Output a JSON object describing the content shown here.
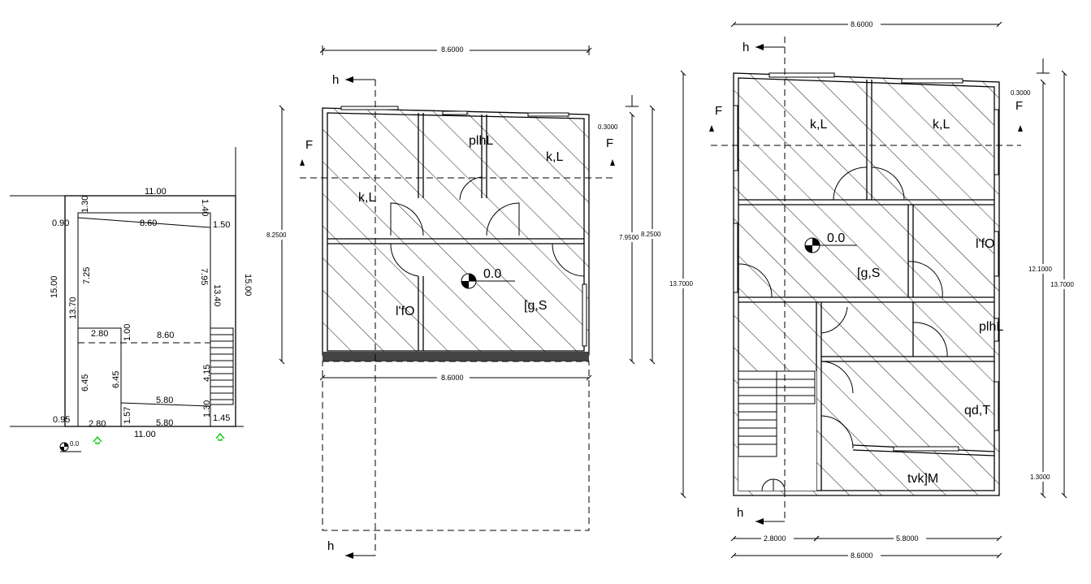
{
  "site_plan": {
    "top_width": "11.00",
    "bottom_width": "11.00",
    "left_height": "15.00",
    "right_height": "15.00",
    "inner_left_height": "13.70",
    "inner_right_height": "13.40",
    "top_left_offset": "1.30",
    "top_right_offset": "1.40",
    "left_margin_top": "0.90",
    "right_margin_top": "1.50",
    "upper_room_width": "8.60",
    "upper_left_depth": "7.25",
    "upper_right_depth": "7.95",
    "stair_width": "2.80",
    "stair_gap": "1.00",
    "middle_width": "8.60",
    "left_lower_depth": "6.45",
    "inner_lower_depth": "6.45",
    "right_lower_depth": "4.15",
    "lower_room_width": "5.80",
    "lower_room_width_2": "5.80",
    "inner_strip": "1.57",
    "right_strip": "1.30",
    "bottom_left_margin": "0.95",
    "bottom_stair_width": "2.80",
    "bottom_right_margin": "1.45",
    "level": "0.0"
  },
  "ground_floor": {
    "top_dim": "8.6000",
    "bottom_dim": "8.6000",
    "left_dim": "8.2500",
    "right_dim_1": "7.9500",
    "right_dim_2": "8.2500",
    "small_dim": "0.3000",
    "section_marker": "h",
    "section_marker_bottom": "h",
    "elev_marker_left": "F",
    "elev_marker_right": "F",
    "level": "0.0",
    "rooms": {
      "r1": "k,L",
      "r2": "plhL",
      "r3": "k,L",
      "r4": "l'fO",
      "r5": "[g,S"
    }
  },
  "first_floor": {
    "top_dim": "8.6000",
    "bottom_left_dim": "2.8000",
    "bottom_right_dim": "5.8000",
    "bottom_total_dim": "8.6000",
    "right_dim_total": "13.7000",
    "right_dim_inner": "12.1000",
    "right_dim_bottom": "1.3000",
    "right_dim_top": "0.3000",
    "left_dim": "13.7000",
    "section_marker": "h",
    "section_marker_bottom": "h",
    "elev_marker_left": "F",
    "elev_marker_right": "F",
    "level": "0.0",
    "rooms": {
      "r1": "k,L",
      "r2": "k,L",
      "r3": "l'fO",
      "r4": "[g,S",
      "r5": "plhL",
      "r6": "qd,T",
      "r7": "tvk]M"
    }
  }
}
